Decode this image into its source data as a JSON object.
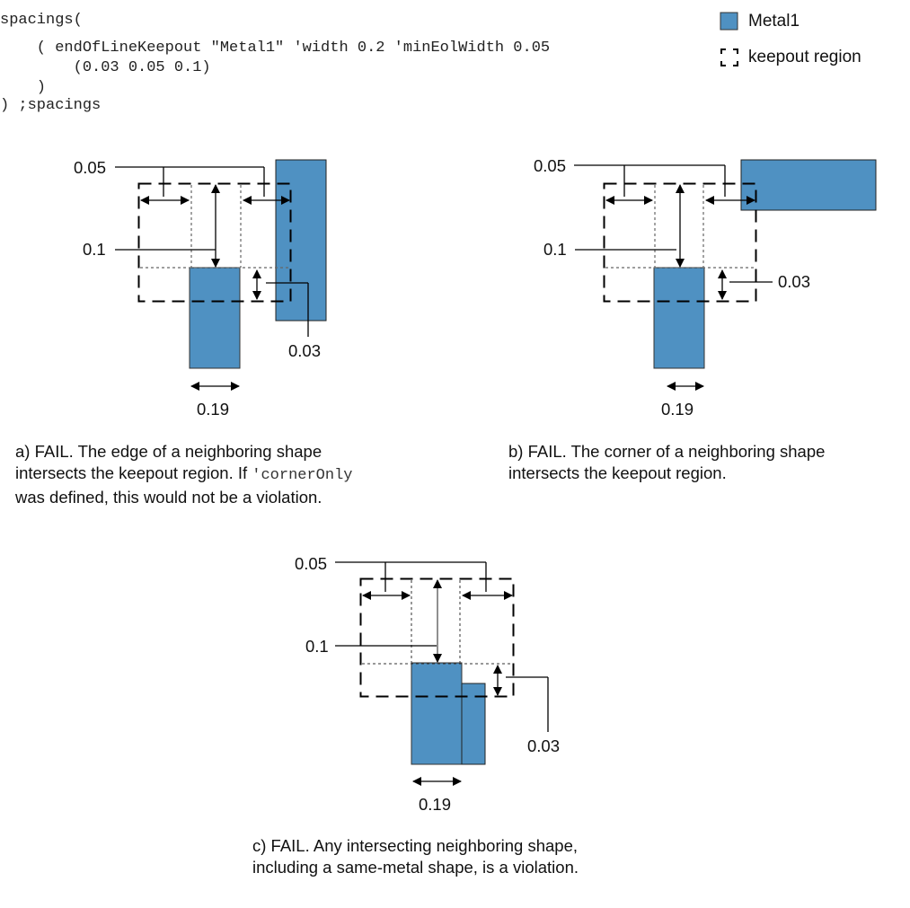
{
  "code": {
    "line1": "spacings(",
    "line2": "    ( endOfLineKeepout \"Metal1\" 'width 0.2 'minEolWidth 0.05",
    "line3": "        (0.03 0.05 0.1)",
    "line4": "    )",
    "line5": ") ;spacings"
  },
  "legend": {
    "metal_label": "Metal1",
    "keepout_label": "keepout region",
    "metal_color": "#4F91C2"
  },
  "colors": {
    "metal": "#4F91C2",
    "line": "#000000",
    "guide": "#555555"
  },
  "diagrams": {
    "a": {
      "labels": {
        "side": "0.05",
        "eol": "0.1",
        "corner": "0.03",
        "width": "0.19"
      },
      "caption_line1": "a) FAIL. The edge of a neighboring shape",
      "caption_line2_pre": "intersects the keepout region. If ",
      "caption_line2_code": "'cornerOnly",
      "caption_line3": "was defined, this would not be a violation."
    },
    "b": {
      "labels": {
        "side": "0.05",
        "eol": "0.1",
        "corner": "0.03",
        "width": "0.19"
      },
      "caption_line1": "b) FAIL. The corner of a neighboring shape",
      "caption_line2": "intersects the keepout region."
    },
    "c": {
      "labels": {
        "side": "0.05",
        "eol": "0.1",
        "corner": "0.03",
        "width": "0.19"
      },
      "caption_line1": "c) FAIL. Any intersecting neighboring shape,",
      "caption_line2": "including a same-metal shape, is a violation."
    }
  }
}
